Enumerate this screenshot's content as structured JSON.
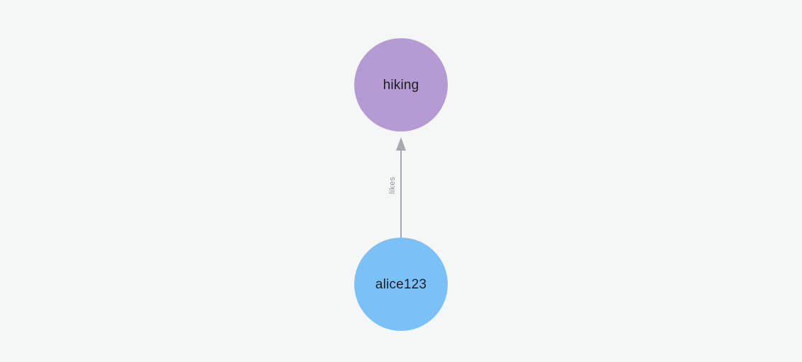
{
  "colors": {
    "background": "#f5f6f6"
  },
  "graph": {
    "nodes": [
      {
        "id": "hiking",
        "label": "hiking",
        "color": "#b59bd3",
        "text_color": "#1d1d1f"
      },
      {
        "id": "alice123",
        "label": "alice123",
        "color": "#7cc0f8",
        "text_color": "#1d1d1f"
      }
    ],
    "edges": [
      {
        "from": "alice123",
        "to": "hiking",
        "label": "likes",
        "color": "#a6a9b0",
        "label_color": "#8d9096"
      }
    ]
  }
}
